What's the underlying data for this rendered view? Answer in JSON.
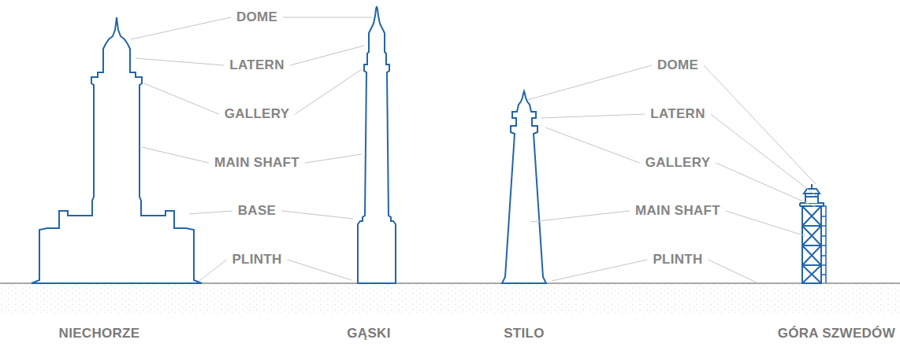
{
  "diagram": {
    "labels": [
      "DOME",
      "LATERN",
      "GALLERY",
      "MAIN SHAFT",
      "BASE",
      "PLINTH",
      "DOME",
      "LATERN",
      "GALLERY",
      "MAIN SHAFT",
      "PLINTH",
      "NIECHORZE",
      "GĄSKI",
      "STILO",
      "GÓRA SZWEDÓW"
    ]
  }
}
